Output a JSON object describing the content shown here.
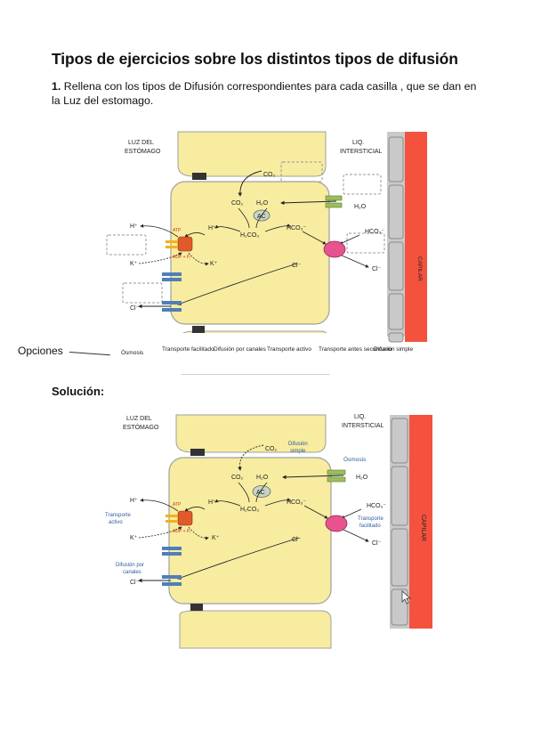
{
  "title": "Tipos de ejercicios sobre los distintos tipos de difusión",
  "instruction": {
    "number": "1.",
    "text": " Rellena con los tipos de Difusión correspondientes para cada casilla , que se dan en la Luz del estomago."
  },
  "options_label": "Opciones",
  "solution_label": "Solución:",
  "diagram": {
    "luz_line1": "LUZ DEL",
    "luz_line2": "ESTÓMAGO",
    "liq_line1": "LIQ.",
    "liq_line2": "INTERSTICIAL",
    "capilar": "CAPILAR",
    "co2": "CO₂",
    "co2_cell": "CO₂",
    "h2o": "H₂O",
    "h2o_out": "H₂O",
    "ac": "AC",
    "h2co3": "H₂CO₃",
    "hco3_in": "HCO₃⁻",
    "hco3_out": "HCO₃⁻",
    "hplus_out": "H⁺",
    "hplus_in": "H⁺",
    "kplus_out": "K⁺",
    "kplus_in": "K⁺",
    "atp": "ATP",
    "adp": "ADP + Pᵢ",
    "cl_in": "Cl⁻",
    "cl_out": "Cl⁻",
    "cl_inter": "Cl⁻"
  },
  "options": [
    "Ósmosis",
    "Transporte facilitado",
    "Difusión por canales",
    "Transporte activo",
    "Transporte antes secundario",
    "Difusión simple"
  ],
  "solution_labels": {
    "difusion_simple": "Difusión simple",
    "osmosis": "Ósmosis",
    "transporte_activo": "Transporte activo",
    "transporte_facilitado": "Transporte facilitado",
    "difusion_canales": "Difusión por canales"
  },
  "colors": {
    "cell": "#f7eca0",
    "cell_stroke": "#a0a0a0",
    "capillary": "#f4523e",
    "wall": "#c9c9c9",
    "atpase": "#e05a2a",
    "channel": "#4f7fb8",
    "aqua": "#9bbf5a",
    "exchanger": "#e7538f",
    "ac": "#c7d6c2",
    "label_blue": "#2c5d9c"
  }
}
